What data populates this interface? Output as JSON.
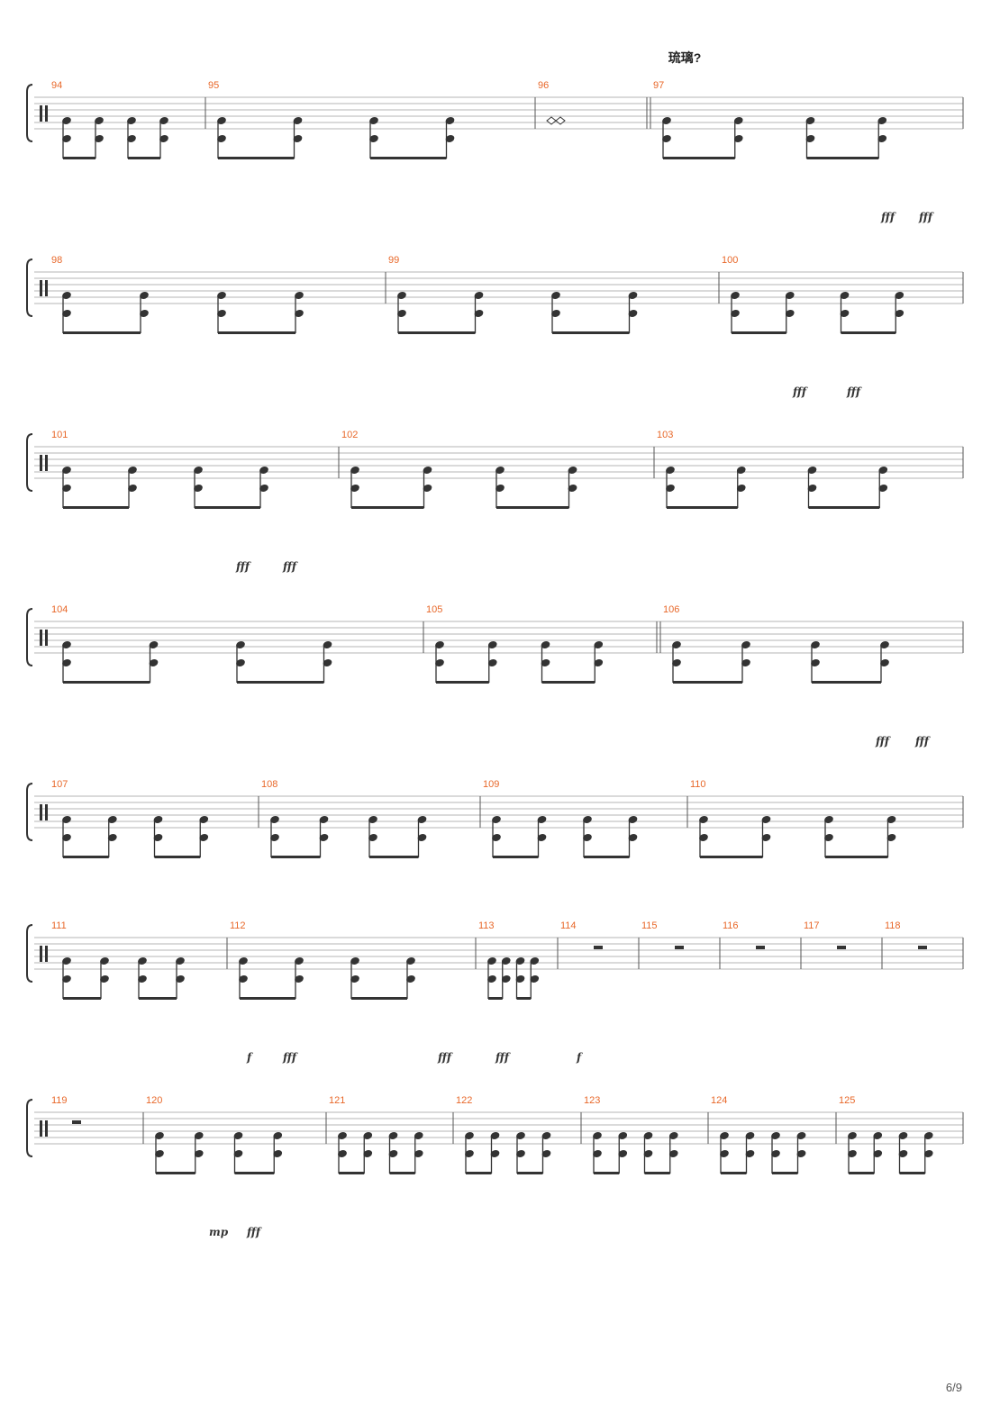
{
  "header": {
    "title": "琉璃?"
  },
  "page_number": "6/9",
  "systems": [
    {
      "measures": [
        {
          "number": "94"
        },
        {
          "number": "95"
        },
        {
          "number": "96"
        },
        {
          "number": "97"
        }
      ],
      "dynamics": [
        "fff",
        "fff"
      ]
    },
    {
      "measures": [
        {
          "number": "98"
        },
        {
          "number": "99"
        },
        {
          "number": "100"
        }
      ],
      "dynamics": [
        "fff",
        "fff"
      ]
    },
    {
      "measures": [
        {
          "number": "101"
        },
        {
          "number": "102"
        },
        {
          "number": "103"
        }
      ],
      "dynamics": [
        "fff",
        "fff"
      ]
    },
    {
      "measures": [
        {
          "number": "104"
        },
        {
          "number": "105"
        },
        {
          "number": "106"
        }
      ],
      "dynamics": [
        "fff",
        "fff"
      ]
    },
    {
      "measures": [
        {
          "number": "107"
        },
        {
          "number": "108"
        },
        {
          "number": "109"
        },
        {
          "number": "110"
        }
      ],
      "dynamics": []
    },
    {
      "measures": [
        {
          "number": "111"
        },
        {
          "number": "112"
        },
        {
          "number": "113"
        },
        {
          "number": "114"
        },
        {
          "number": "115"
        },
        {
          "number": "116"
        },
        {
          "number": "117"
        },
        {
          "number": "118"
        }
      ],
      "dynamics": [
        "f",
        "fff",
        "fff",
        "fff",
        "f"
      ]
    },
    {
      "measures": [
        {
          "number": "119"
        },
        {
          "number": "120"
        },
        {
          "number": "121"
        },
        {
          "number": "122"
        },
        {
          "number": "123"
        },
        {
          "number": "124"
        },
        {
          "number": "125"
        }
      ],
      "dynamics": [
        "mp",
        "fff"
      ]
    }
  ]
}
